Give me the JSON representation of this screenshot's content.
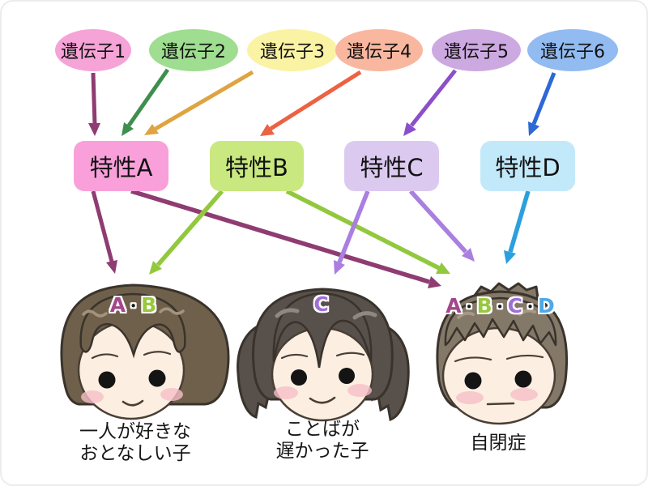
{
  "figure": {
    "genes": [
      {
        "label": "遺伝子1",
        "fill": "#F6A3D7"
      },
      {
        "label": "遺伝子2",
        "fill": "#9FDD90"
      },
      {
        "label": "遺伝子3",
        "fill": "#FAF3A3"
      },
      {
        "label": "遺伝子4",
        "fill": "#F9B79F"
      },
      {
        "label": "遺伝子5",
        "fill": "#CDA9E2"
      },
      {
        "label": "遺伝子6",
        "fill": "#92BBF2"
      }
    ],
    "traits": [
      {
        "label": "特性A",
        "fill": "#F9A0DB"
      },
      {
        "label": "特性B",
        "fill": "#C9E87F"
      },
      {
        "label": "特性C",
        "fill": "#DCC9F0"
      },
      {
        "label": "特性D",
        "fill": "#C2E9FA"
      }
    ],
    "arrow_colors": {
      "gene1": "#8E3C72",
      "gene2": "#3E8F4D",
      "gene3": "#DFA440",
      "gene4": "#EC6243",
      "gene5": "#8B4FC9",
      "gene6": "#2D68D6",
      "traitA": "#8E3C72",
      "traitB": "#92C83E",
      "traitC": "#A97FE0",
      "traitD": "#2C9FDE"
    },
    "edges": {
      "gene_to_trait": [
        [
          "遺伝子1",
          "特性A"
        ],
        [
          "遺伝子2",
          "特性A"
        ],
        [
          "遺伝子3",
          "特性A"
        ],
        [
          "遺伝子4",
          "特性B"
        ],
        [
          "遺伝子5",
          "特性C"
        ],
        [
          "遺伝子6",
          "特性D"
        ]
      ],
      "trait_to_child": [
        [
          "特性A",
          "一人が好きなおとなしい子"
        ],
        [
          "特性A",
          "自閉症"
        ],
        [
          "特性B",
          "一人が好きなおとなしい子"
        ],
        [
          "特性B",
          "自閉症"
        ],
        [
          "特性C",
          "ことばが遅かった子"
        ],
        [
          "特性C",
          "自閉症"
        ],
        [
          "特性D",
          "自閉症"
        ]
      ]
    },
    "children": [
      {
        "head_label": [
          {
            "t": "A",
            "c": "#A3478C"
          },
          {
            "t": "・",
            "c": "#1A1A1A"
          },
          {
            "t": "B",
            "c": "#99C83E"
          }
        ],
        "caption_line1": "一人が好きな",
        "caption_line2": "おとなしい子"
      },
      {
        "head_label": [
          {
            "t": "C",
            "c": "#9F6FD8"
          }
        ],
        "caption_line1": "ことばが",
        "caption_line2": "遅かった子"
      },
      {
        "head_label": [
          {
            "t": "A",
            "c": "#A3478C"
          },
          {
            "t": "・",
            "c": "#1A1A1A"
          },
          {
            "t": "B",
            "c": "#99C83E"
          },
          {
            "t": "・",
            "c": "#1A1A1A"
          },
          {
            "t": "C",
            "c": "#9F6FD8"
          },
          {
            "t": "・",
            "c": "#1A1A1A"
          },
          {
            "t": "D",
            "c": "#4FA8E8"
          }
        ],
        "caption_line1": "自閉症",
        "caption_line2": ""
      }
    ],
    "palette": {
      "hair_boy1": "#6F604C",
      "hair_girl": "#57504B",
      "hair_boy3": "#847968",
      "hair_outline": "#3A332C",
      "skin": "#FCEFE2",
      "skin_outline": "#4A3F35",
      "blush": "#F5BFC8",
      "eye": "#141414",
      "hl_boy1": "#A2947C",
      "hl_girl": "#8E8882",
      "hl_boy3": "#A59884"
    }
  }
}
